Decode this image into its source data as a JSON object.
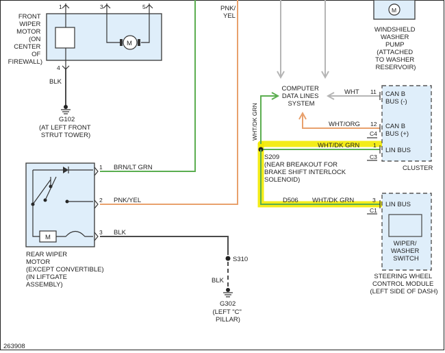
{
  "components": {
    "front_wiper_motor": [
      "FRONT",
      "WIPER",
      "MOTOR",
      "(ON",
      "CENTER",
      "OF",
      "FIREWALL)"
    ],
    "front_wiper_pins": {
      "p1": "1",
      "p3": "3",
      "p5": "5",
      "p4": "4"
    },
    "front_ground_wire": "BLK",
    "g102": "G102",
    "g102_location": [
      "(AT LEFT FRONT",
      "STRUT TOWER)"
    ],
    "pnk_yel_top": [
      "PNK/",
      "YEL"
    ],
    "windshield_pump": [
      "WINDSHIELD",
      "WASHER",
      "PUMP",
      "(ATTACHED",
      "TO WASHER",
      "RESERVOIR)"
    ],
    "computer_data_lines": [
      "COMPUTER",
      "DATA LINES",
      "SYSTEM"
    ],
    "cluster": {
      "label": "CLUSTER",
      "can_b_minus": [
        "CAN B",
        "BUS (-)"
      ],
      "can_b_plus": [
        "CAN B",
        "BUS (+)"
      ],
      "lin_bus": "LIN BUS",
      "pin_11": "11",
      "pin_12": "12",
      "pin_1": "1",
      "conn_c4": "C4",
      "conn_c3": "C3",
      "wire_wht": "WHT",
      "wire_wht_org": "WHT/ORG",
      "wire_wht_dk_grn": "WHT/DK GRN"
    },
    "vertical_wire_label": "WHT/DK GRN",
    "s209": "S209",
    "s209_note": [
      "(NEAR BREAKOUT FOR",
      "BRAKE SHIFT INTERLOCK",
      "SOLENOID)"
    ],
    "d506_wire": {
      "id": "D506",
      "color": "WHT/DK GRN",
      "pin": "3",
      "conn": "C1"
    },
    "steering_module": {
      "lin_bus": "LIN BUS",
      "switch": [
        "WIPER/",
        "WASHER",
        "SWITCH"
      ],
      "label": [
        "STEERING WHEEL",
        "CONTROL MODULE",
        "(LEFT SIDE OF DASH)"
      ]
    },
    "rear_wiper_motor": [
      "REAR WIPER",
      "MOTOR",
      "(EXCEPT CONVERTIBLE)",
      "(IN LIFTGATE",
      "ASSEMBLY)"
    ],
    "rear_pins": {
      "p1": "1",
      "p1_wire": "BRN/LT GRN",
      "p2": "2",
      "p2_wire": "PNK/YEL",
      "p3": "3",
      "p3_wire": "BLK"
    },
    "s310": "S310",
    "rear_ground_wire": "BLK",
    "g302": "G302",
    "g302_location": [
      "(LEFT \"C\"",
      "PILLAR)"
    ],
    "motor_symbol": "M"
  },
  "footer_id": "263908",
  "colors": {
    "component_fill": "#dfeefa",
    "highlight": "#f2ea00",
    "wire_green": "#5aad4f",
    "wire_orange": "#e8a06c",
    "wire_grey": "#b5b5b5",
    "wire_black": "#4a4a4a"
  }
}
